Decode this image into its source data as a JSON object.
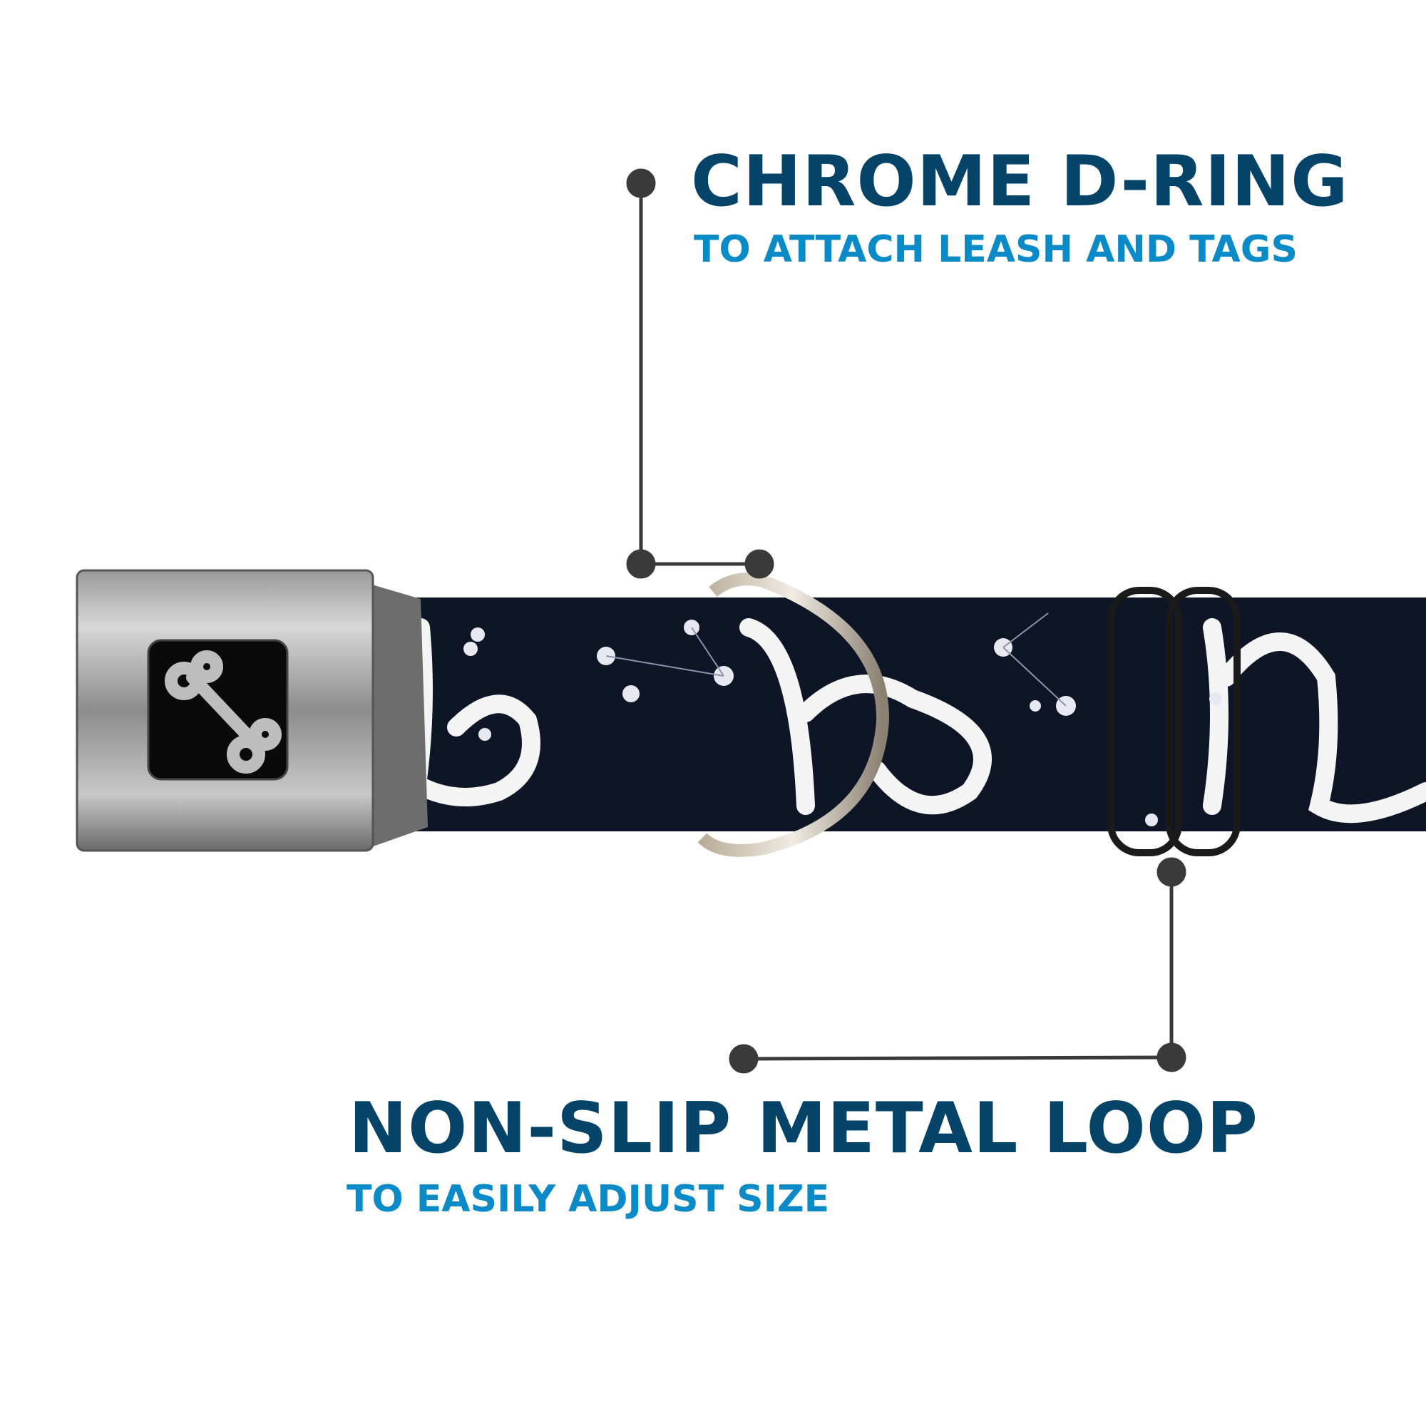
{
  "callouts": [
    {
      "title": "CHROME D-RING",
      "subtitle": "TO ATTACH LEASH AND TAGS"
    },
    {
      "title": "NON-SLIP METAL LOOP",
      "subtitle": "TO EASILY ADJUST SIZE"
    }
  ],
  "colors": {
    "title": "#054369",
    "subtitle": "#0a8ac6",
    "strap": "#0d1526",
    "leader": "#3a3a3a"
  },
  "product": {
    "pattern": "capricorn-zodiac-constellations",
    "buckle_logo": "bone-icon"
  }
}
